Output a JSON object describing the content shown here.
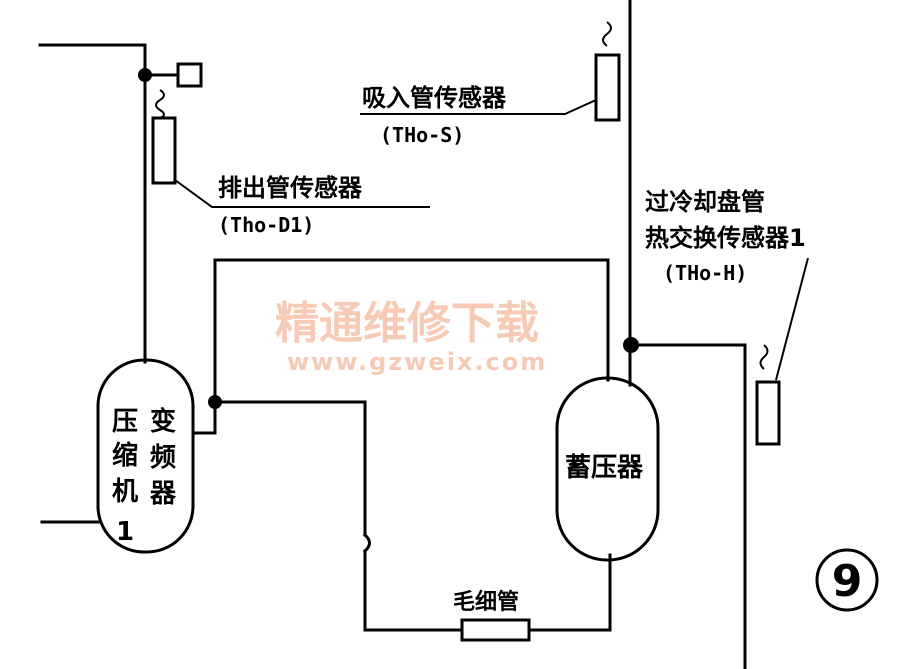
{
  "sensors": {
    "suction": {
      "name": "吸入管传感器",
      "code": "(THo-S)"
    },
    "discharge": {
      "name": "排出管传感器",
      "code": "(Tho-D1)"
    },
    "subcool": {
      "name_line1": "过冷却盘管",
      "name_line2": "热交换传感器1",
      "code": "(THo-H)"
    }
  },
  "components": {
    "compressor": {
      "col1": [
        "压",
        "缩",
        "机",
        "1"
      ],
      "col2": [
        "变",
        "频",
        "器"
      ]
    },
    "accumulator": {
      "label": "蓄压器"
    },
    "capillary": {
      "label": "毛细管"
    }
  },
  "figure_number": "9",
  "watermark": {
    "line1": "精通维修下载",
    "line2": "www.gzweix.com"
  }
}
